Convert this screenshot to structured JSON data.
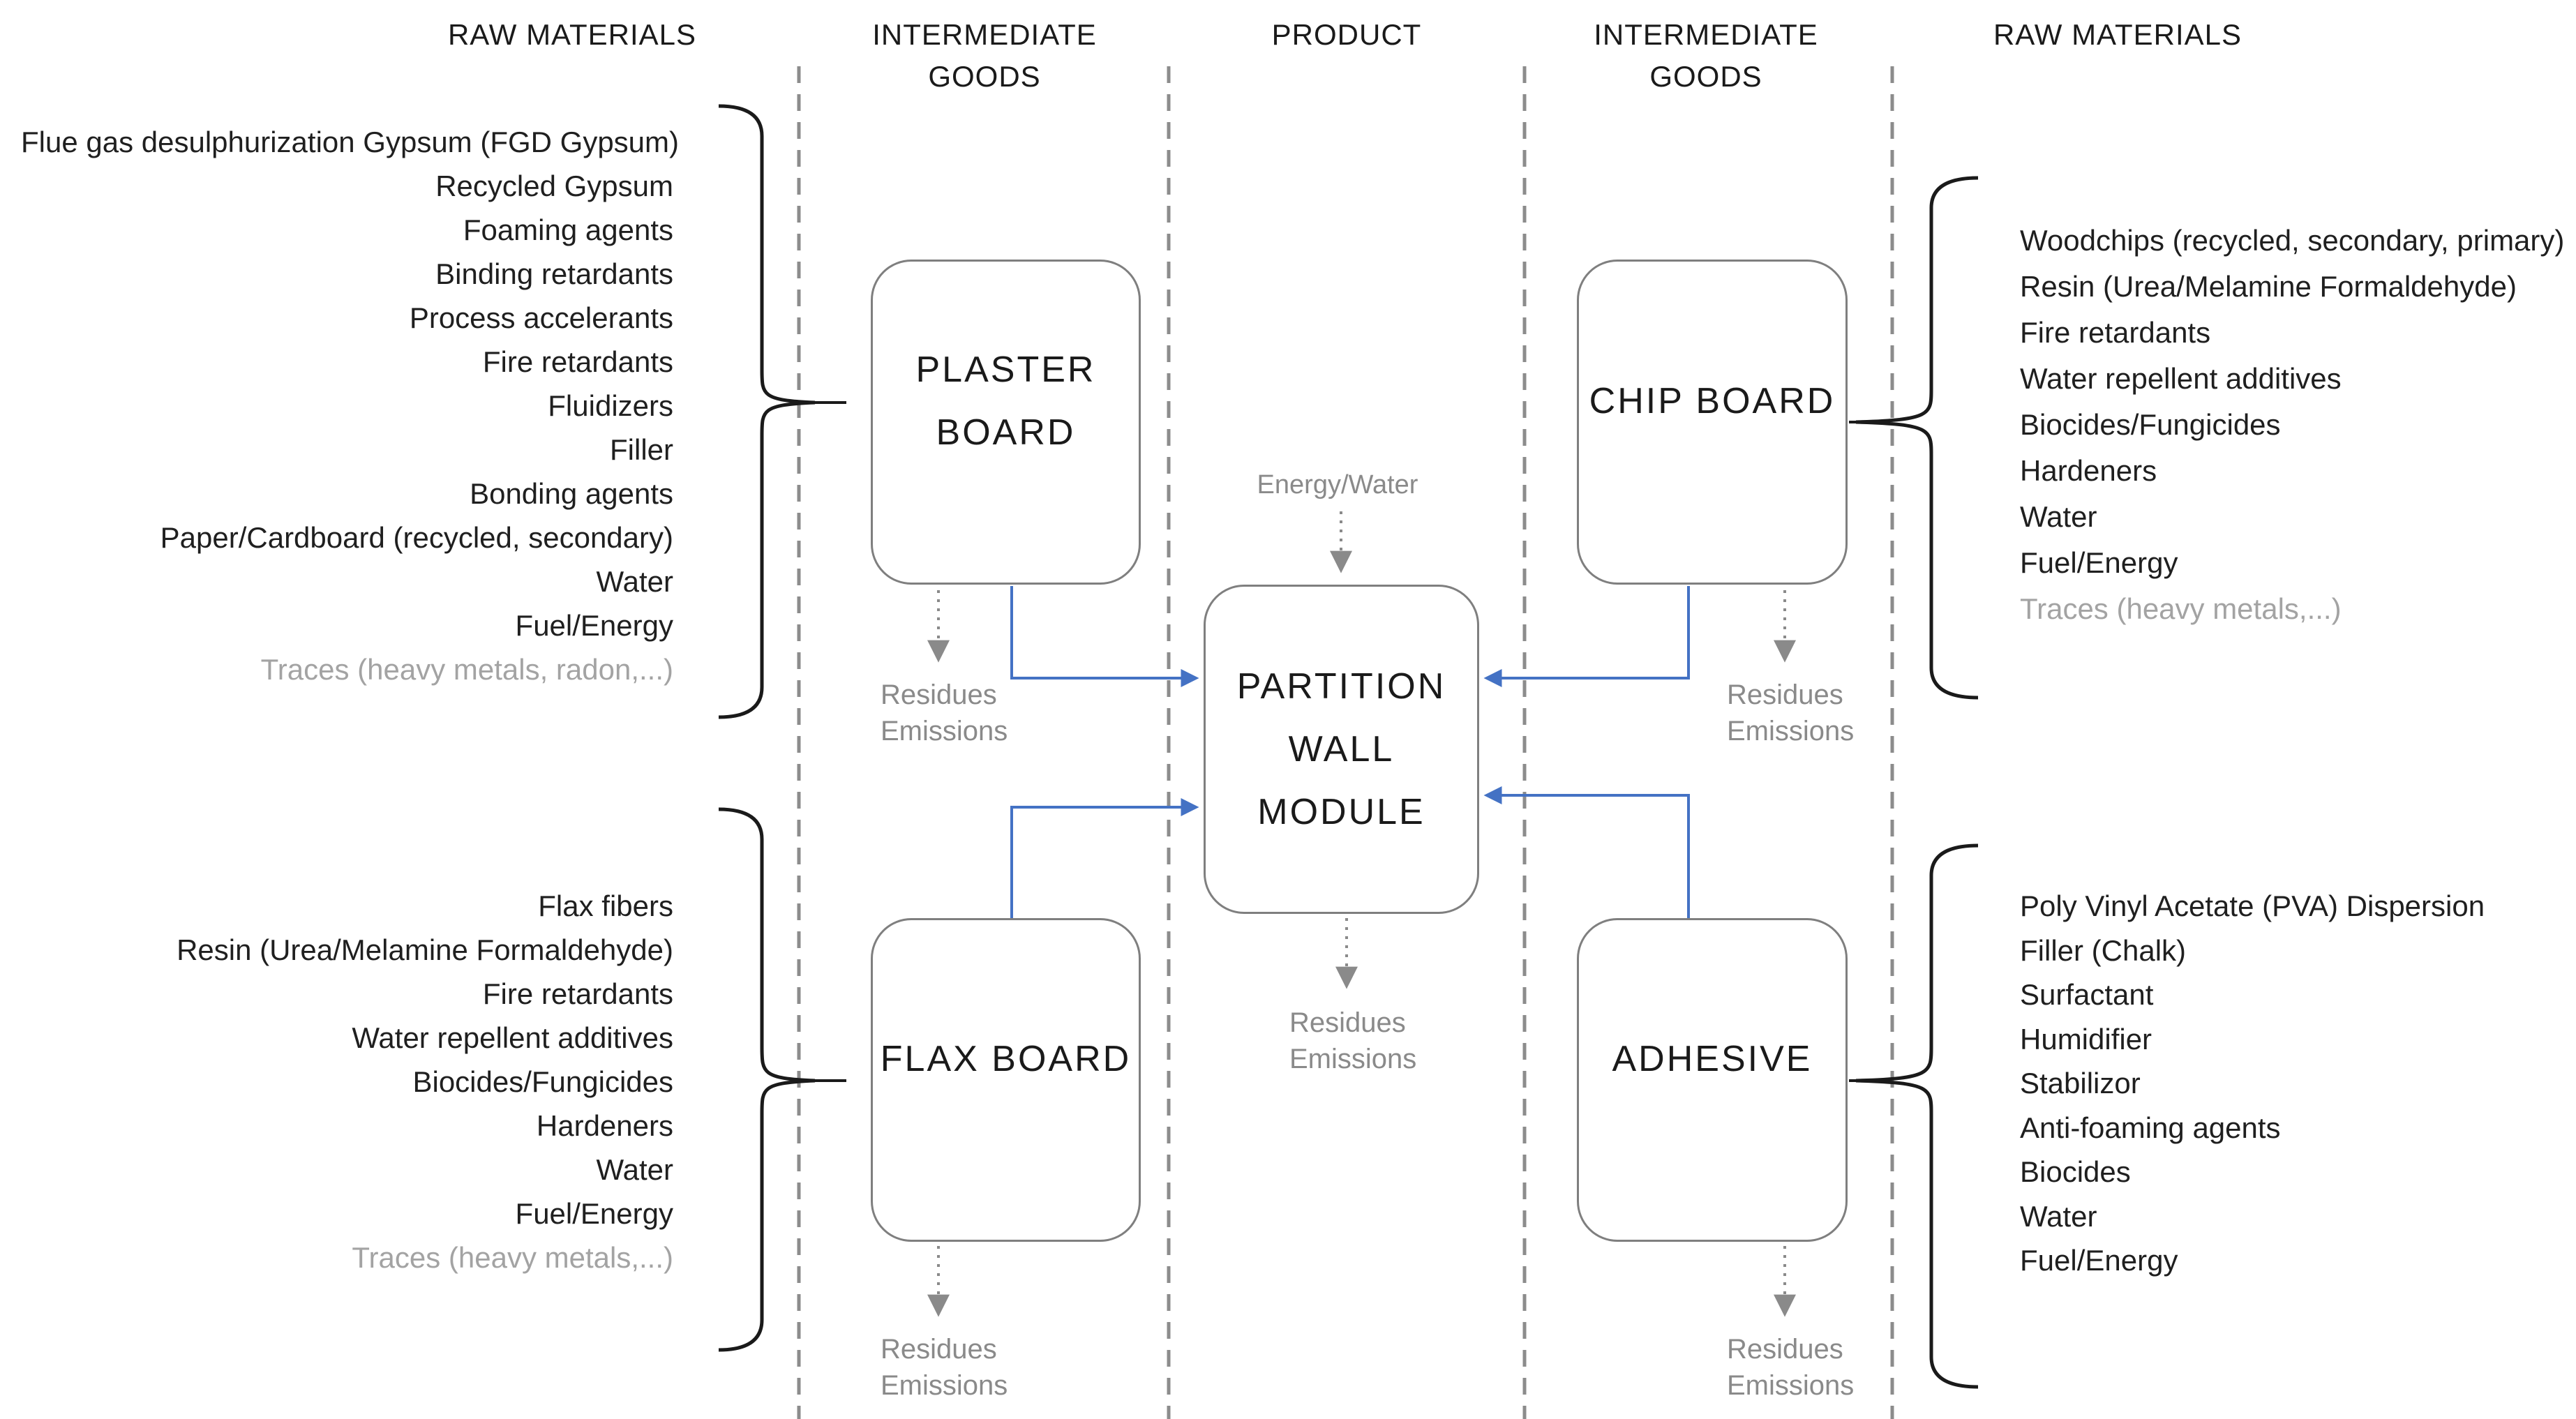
{
  "column_headers": [
    "RAW MATERIALS",
    "INTERMEDIATE GOODS",
    "PRODUCT",
    "INTERMEDIATE GOODS",
    "RAW MATERIALS"
  ],
  "boxes": {
    "plasterboard": {
      "label": "PLASTER BOARD"
    },
    "chipboard": {
      "label": "CHIP BOARD"
    },
    "flaxboard": {
      "label": "FLAX BOARD"
    },
    "adhesive": {
      "label": "ADHESIVE"
    },
    "product": {
      "label": "PARTITION WALL MODULE"
    }
  },
  "materials": {
    "plasterboard": [
      "Flue gas desulphurization Gypsum (FGD Gypsum)",
      "Recycled Gypsum",
      "Foaming agents",
      "Binding retardants",
      "Process accelerants",
      "Fire retardants",
      "Fluidizers",
      "Filler",
      "Bonding agents",
      "Paper/Cardboard (recycled, secondary)",
      "Water",
      "Fuel/Energy",
      "Traces (heavy metals, radon,...)"
    ],
    "flaxboard": [
      "Flax fibers",
      "Resin (Urea/Melamine Formaldehyde)",
      "Fire retardants",
      "Water repellent additives",
      "Biocides/Fungicides",
      "Hardeners",
      "Water",
      "Fuel/Energy",
      "Traces (heavy metals,...)"
    ],
    "chipboard": [
      "Woodchips (recycled, secondary, primary)",
      "Resin (Urea/Melamine Formaldehyde)",
      "Fire retardants",
      "Water repellent additives",
      "Biocides/Fungicides",
      "Hardeners",
      "Water",
      "Fuel/Energy",
      "Traces (heavy metals,...)"
    ],
    "adhesive": [
      "Poly Vinyl Acetate (PVA) Dispersion",
      "Filler (Chalk)",
      "Surfactant",
      "Humidifier",
      "Stabilizor",
      "Anti-foaming agents",
      "Biocides",
      "Water",
      "Fuel/Energy"
    ]
  },
  "flow_labels": {
    "energy_water": "Energy/Water",
    "residues": "Residues",
    "emissions": "Emissions"
  },
  "colors": {
    "arrow_blue": "#4472C4",
    "flow_gray": "#8a8a8a",
    "divider_gray": "#8c8c8c",
    "box_border_gray": "#7f7f7f",
    "brace_black": "#1a1a1a",
    "muted_text_gray": "#a3a3a3"
  }
}
